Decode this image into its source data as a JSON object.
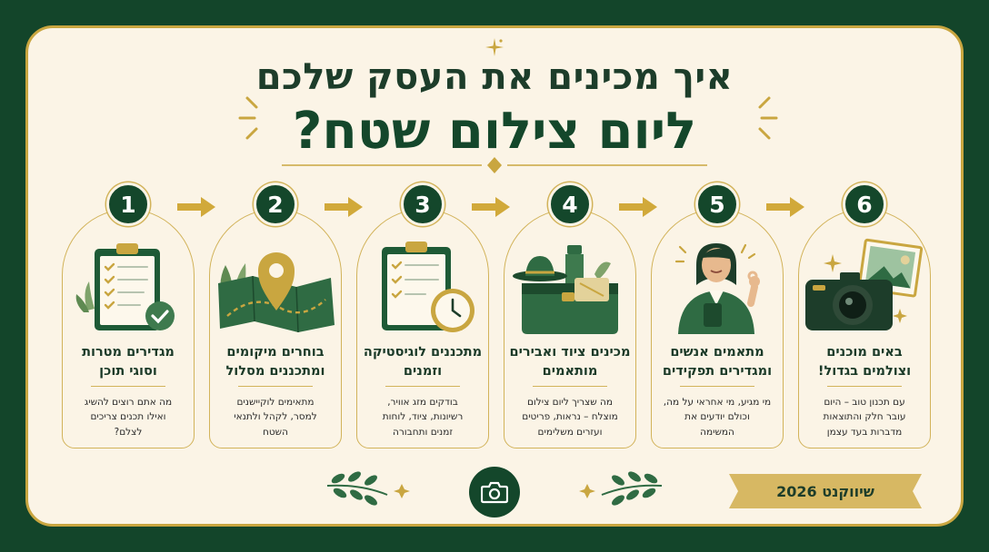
{
  "header": {
    "title_line1": "איך מכינים את העסק שלכם",
    "title_line2": "ליום צילום שטח?"
  },
  "steps": [
    {
      "number": "1",
      "title_line1": "מגדירים מטרות",
      "title_line2": "וסוגי תוכן",
      "desc_line1": "מה אתם רוצים להשיג",
      "desc_line2": "ואילו תכנים צריכים",
      "desc_line3": "לצלם?",
      "icon": "clipboard-check-icon"
    },
    {
      "number": "2",
      "title_line1": "בוחרים מיקומים",
      "title_line2": "ומתכננים מסלול",
      "desc_line1": "מתאימים לוקיישנים",
      "desc_line2": "למסר, לקהל ולתנאי",
      "desc_line3": "השטח",
      "icon": "map-pin-icon"
    },
    {
      "number": "3",
      "title_line1": "מתכננים לוגיסטיקה",
      "title_line2": "וזמנים",
      "desc_line1": "בודקים מזג אוויר,",
      "desc_line2": "רשיונות, ציוד, לוחות",
      "desc_line3": "זמנים ותחבורה",
      "icon": "checklist-clock-icon"
    },
    {
      "number": "4",
      "title_line1": "מכינים ציוד ואבירים",
      "title_line2": "מותאמים",
      "desc_line1": "מה שצריך ליום צילום",
      "desc_line2": "מוצלח – נראות, פריטים",
      "desc_line3": "ועזרים משלימים",
      "icon": "gear-bag-icon"
    },
    {
      "number": "5",
      "title_line1": "מתאמים אנשים",
      "title_line2": "ומגדירים תפקידים",
      "desc_line1": "מי מגיע, מי אחראי על מה,",
      "desc_line2": "וכולם יודעים את",
      "desc_line3": "המשימה",
      "icon": "person-ok-icon"
    },
    {
      "number": "6",
      "title_line1": "באים מוכנים",
      "title_line2": "וצולמים בגדול!",
      "desc_line1": "עם תכנון טוב – היום",
      "desc_line2": "עובר חלק והתוצאות",
      "desc_line3": "מדברות בעד עצמן",
      "icon": "camera-photo-icon"
    }
  ],
  "footer": {
    "badge_text": "שיווקנט 2026",
    "icon": "camera-icon"
  },
  "colors": {
    "background": "#13452a",
    "panel": "#fbf4e6",
    "gold": "#c9a640",
    "dark_green": "#14472b"
  }
}
